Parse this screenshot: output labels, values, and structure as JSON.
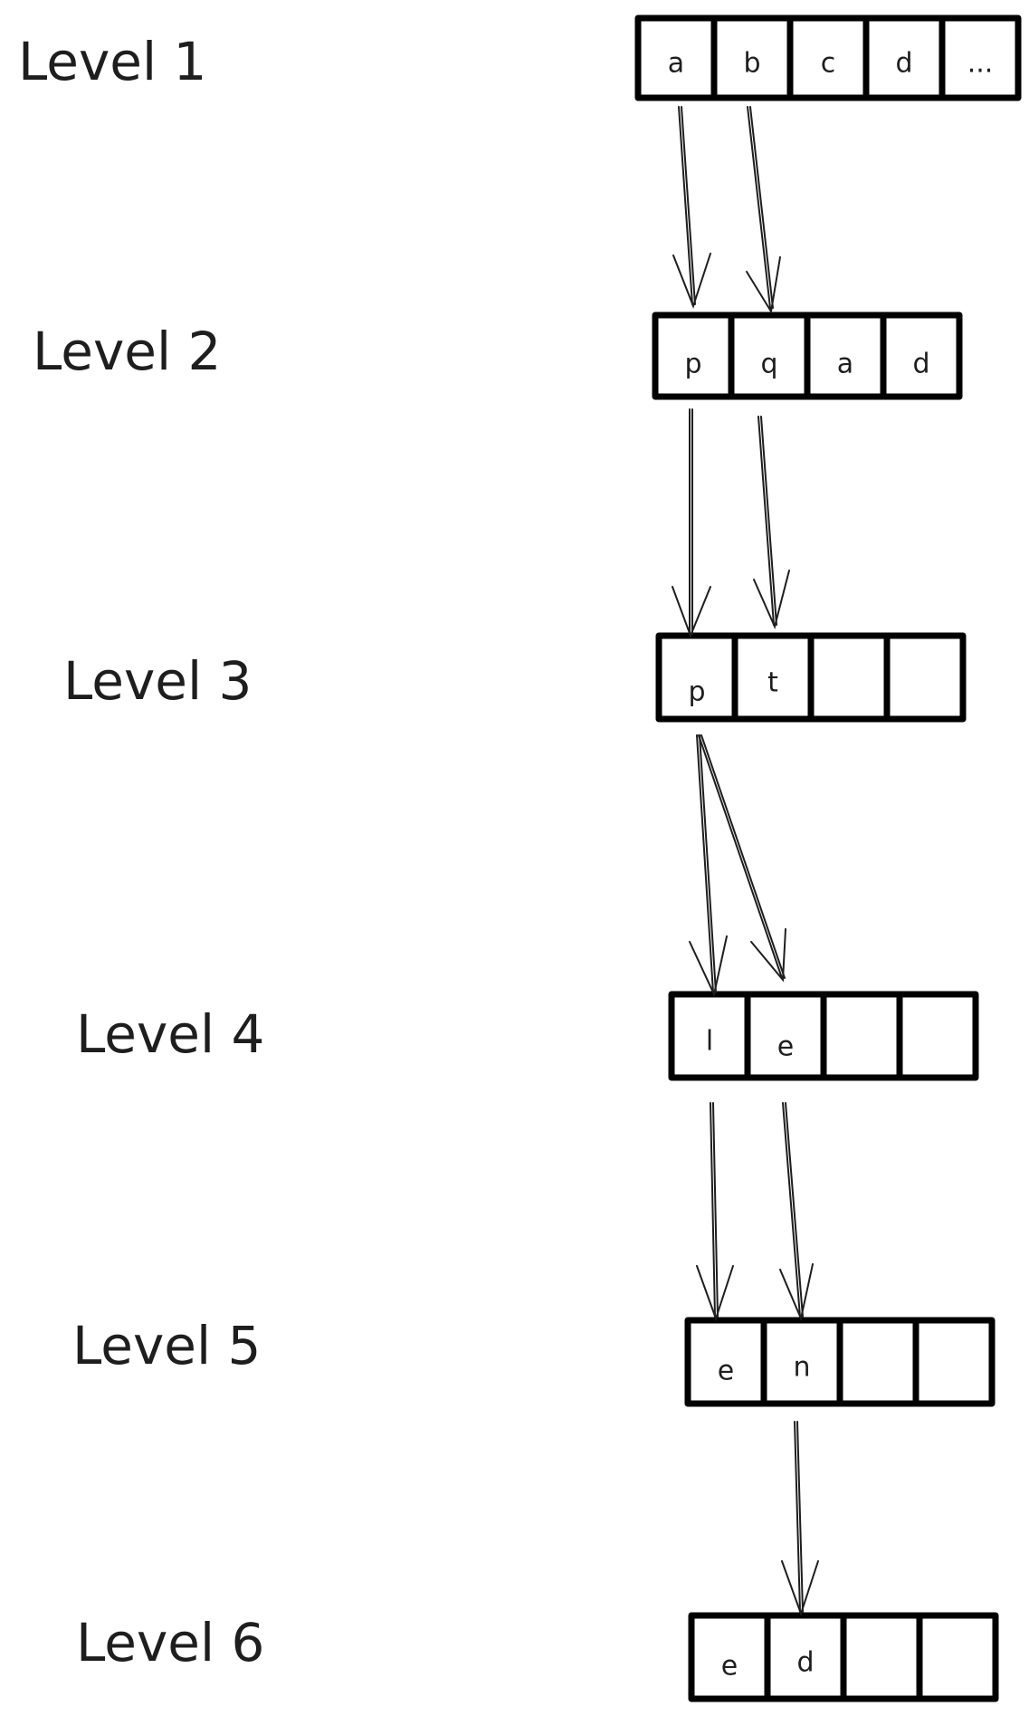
{
  "levels": [
    {
      "label": "Level 1",
      "cells": [
        "a",
        "b",
        "c",
        "d",
        "..."
      ]
    },
    {
      "label": "Level 2",
      "cells": [
        "p",
        "q",
        "a",
        "d"
      ]
    },
    {
      "label": "Level 3",
      "cells": [
        "p",
        "t",
        "",
        ""
      ]
    },
    {
      "label": "Level 4",
      "cells": [
        "l",
        "e",
        "",
        ""
      ]
    },
    {
      "label": "Level 5",
      "cells": [
        "e",
        "n",
        "",
        ""
      ]
    },
    {
      "label": "Level 6",
      "cells": [
        "e",
        "d",
        "",
        ""
      ]
    }
  ],
  "connections": [
    {
      "from_level": 1,
      "from_cell": 1,
      "to_level": 2,
      "to_cell": 1
    },
    {
      "from_level": 1,
      "from_cell": 2,
      "to_level": 2,
      "to_cell": 2
    },
    {
      "from_level": 2,
      "from_cell": 1,
      "to_level": 3,
      "to_cell": 1
    },
    {
      "from_level": 2,
      "from_cell": 2,
      "to_level": 3,
      "to_cell": 2
    },
    {
      "from_level": 3,
      "from_cell": 1,
      "to_level": 4,
      "to_cell": 1
    },
    {
      "from_level": 3,
      "from_cell": 1,
      "to_level": 4,
      "to_cell": 2
    },
    {
      "from_level": 4,
      "from_cell": 1,
      "to_level": 5,
      "to_cell": 1
    },
    {
      "from_level": 4,
      "from_cell": 2,
      "to_level": 5,
      "to_cell": 2
    },
    {
      "from_level": 5,
      "from_cell": 2,
      "to_level": 6,
      "to_cell": 2
    }
  ],
  "colors": {
    "stroke": "#000000",
    "text": "#1e1e1e",
    "background": "#ffffff"
  }
}
